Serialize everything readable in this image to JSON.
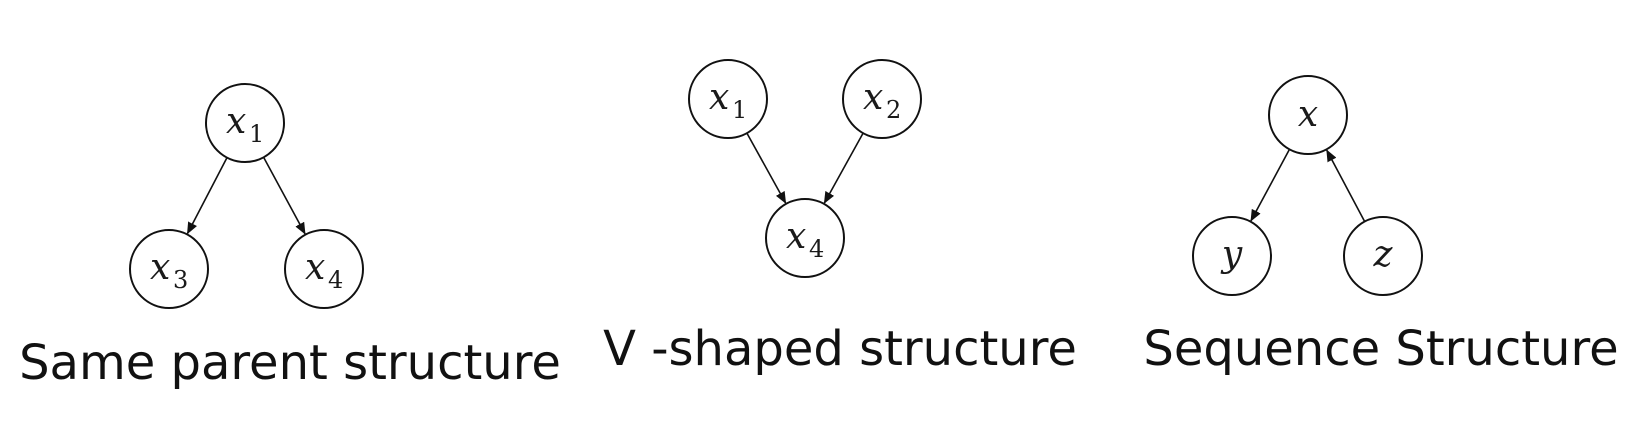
{
  "panels": [
    {
      "id": "same-parent",
      "caption": "Same parent structure",
      "nodes": [
        {
          "id": "x1",
          "var": "x",
          "sub": "1"
        },
        {
          "id": "x3",
          "var": "x",
          "sub": "3"
        },
        {
          "id": "x4",
          "var": "x",
          "sub": "4"
        }
      ],
      "edges": [
        {
          "from": "x1",
          "to": "x3"
        },
        {
          "from": "x1",
          "to": "x4"
        }
      ]
    },
    {
      "id": "v-shaped",
      "caption": "V -shaped structure",
      "nodes": [
        {
          "id": "x1",
          "var": "x",
          "sub": "1"
        },
        {
          "id": "x2",
          "var": "x",
          "sub": "2"
        },
        {
          "id": "x4",
          "var": "x",
          "sub": "4"
        }
      ],
      "edges": [
        {
          "from": "x1",
          "to": "x4"
        },
        {
          "from": "x2",
          "to": "x4"
        }
      ]
    },
    {
      "id": "sequence",
      "caption": "Sequence Structure",
      "nodes": [
        {
          "id": "x",
          "var": "x",
          "sub": ""
        },
        {
          "id": "y",
          "var": "y",
          "sub": ""
        },
        {
          "id": "z",
          "var": "z",
          "sub": ""
        }
      ],
      "edges": [
        {
          "from": "x",
          "to": "y"
        },
        {
          "from": "z",
          "to": "x"
        }
      ]
    }
  ],
  "colors": {
    "stroke": "#111111",
    "background": "#ffffff"
  }
}
